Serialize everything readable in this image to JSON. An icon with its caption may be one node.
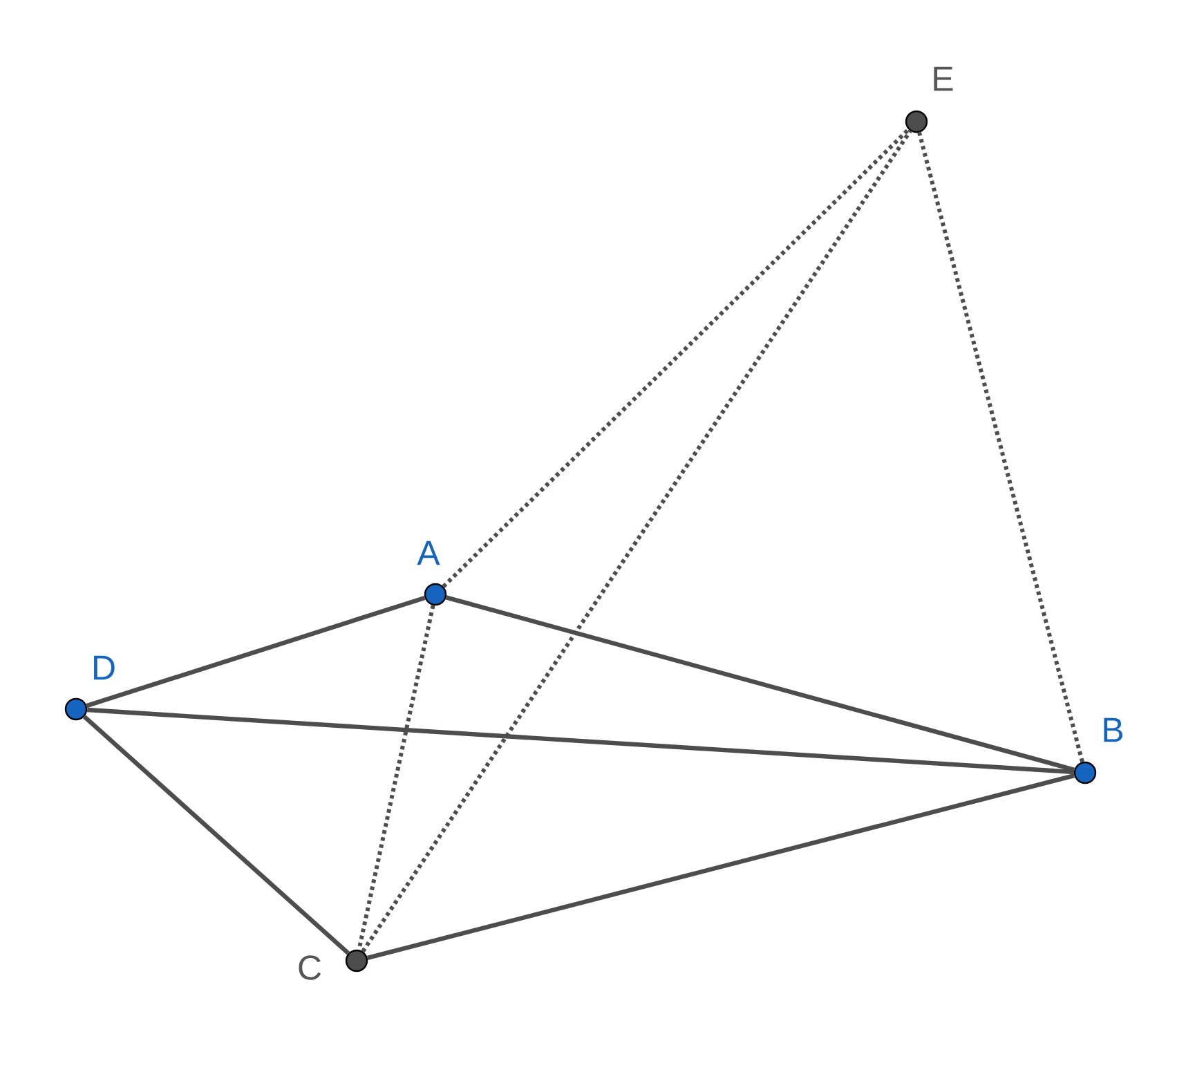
{
  "diagram": {
    "nodes": [
      {
        "text": [],
        "shape": "circle",
        "beside": [
          "A"
        ]
      },
      {
        "text": [],
        "shape": "circle",
        "beside": [
          "B"
        ]
      },
      {
        "text": [],
        "shape": "circle",
        "beside": [
          "C"
        ]
      },
      {
        "text": [],
        "shape": "circle",
        "beside": [
          "D"
        ]
      },
      {
        "text": [],
        "shape": "circle",
        "beside": [
          "E"
        ]
      }
    ],
    "edges": [
      {
        "from": 3,
        "to": 0,
        "arrow": "none"
      },
      {
        "from": 0,
        "to": 1,
        "arrow": "none"
      },
      {
        "from": 3,
        "to": 1,
        "arrow": "none"
      },
      {
        "from": 3,
        "to": 2,
        "arrow": "none"
      },
      {
        "from": 2,
        "to": 1,
        "arrow": "none"
      },
      {
        "from": 0,
        "to": 4,
        "arrow": "none",
        "style": "dashed"
      },
      {
        "from": 2,
        "to": 4,
        "arrow": "none",
        "style": "dashed"
      },
      {
        "from": 1,
        "to": 4,
        "arrow": "none",
        "style": "dashed"
      },
      {
        "from": 0,
        "to": 2,
        "arrow": "none",
        "style": "dashed"
      }
    ]
  }
}
